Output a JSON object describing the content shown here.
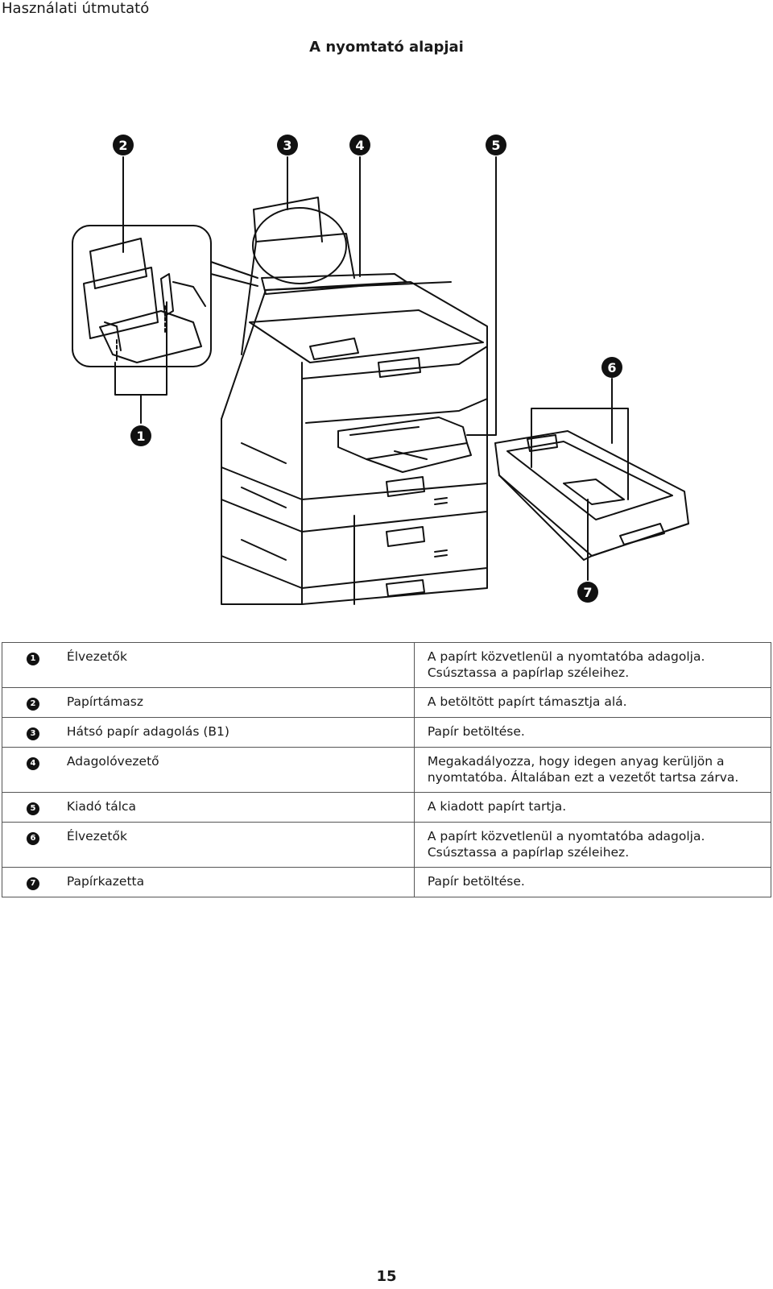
{
  "header": {
    "running_head": "Használati útmutató",
    "section_title": "A nyomtató alapjai"
  },
  "figure": {
    "callouts": [
      "1",
      "2",
      "3",
      "4",
      "5",
      "6",
      "7"
    ]
  },
  "parts_table": {
    "rows": [
      {
        "num": "1",
        "name": "Élvezetők",
        "desc": "A papírt közvetlenül a nyomtatóba adagolja. Csúsztassa a papírlap széleihez."
      },
      {
        "num": "2",
        "name": "Papírtámasz",
        "desc": "A betöltött papírt támasztja alá."
      },
      {
        "num": "3",
        "name": "Hátsó papír adagolás (B1)",
        "desc": "Papír betöltése."
      },
      {
        "num": "4",
        "name": "Adagolóvezető",
        "desc": "Megakadályozza, hogy idegen anyag kerüljön a nyomtatóba. Általában ezt a vezetőt tartsa zárva."
      },
      {
        "num": "5",
        "name": "Kiadó tálca",
        "desc": "A kiadott papírt tartja."
      },
      {
        "num": "6",
        "name": "Élvezetők",
        "desc": "A papírt közvetlenül a nyomtatóba adagolja. Csúsztassa a papírlap széleihez."
      },
      {
        "num": "7",
        "name": "Papírkazetta",
        "desc": "Papír betöltése."
      }
    ]
  },
  "footer": {
    "page_number": "15"
  }
}
